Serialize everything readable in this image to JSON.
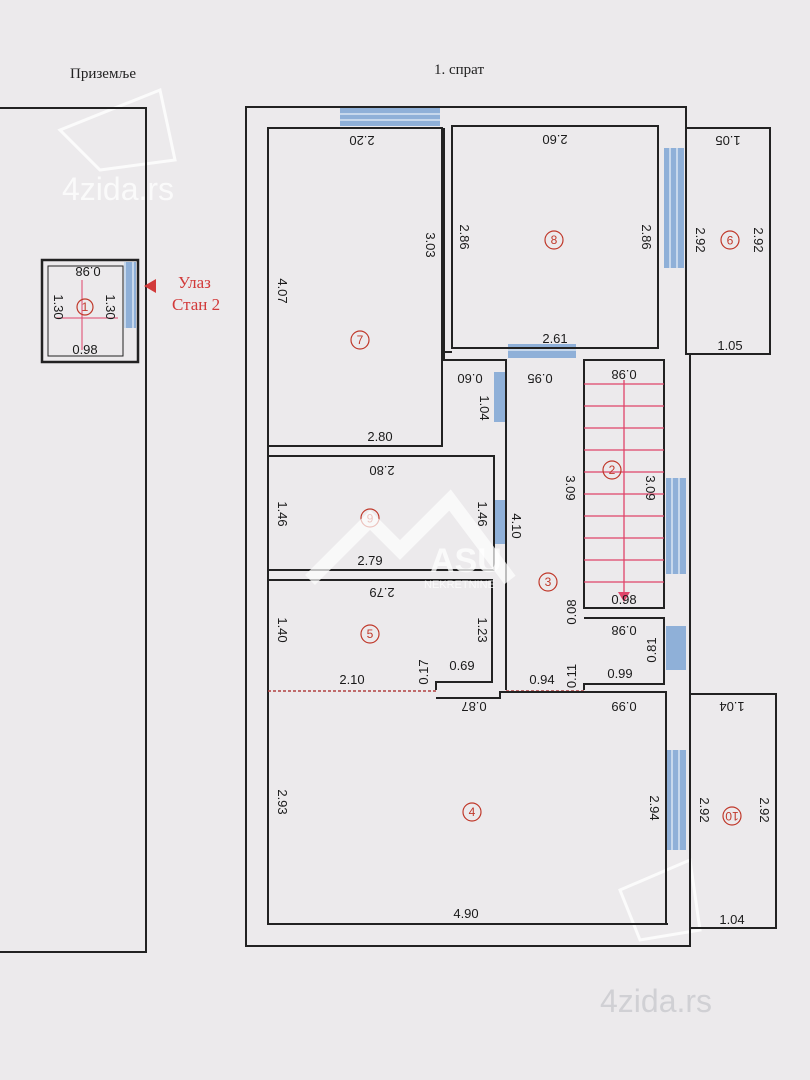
{
  "labels": {
    "ground_floor": "Приземље",
    "first_floor": "1. спрат",
    "entrance_line1": "Улаз",
    "entrance_line2": "Стан 2"
  },
  "watermarks": {
    "top": "4zida.rs",
    "bottom": "4zida.rs",
    "center_brand": "ASU",
    "center_sub": "NEKRETNINE"
  },
  "colors": {
    "wall": "#222222",
    "room_marker": "#c0392b",
    "stairs": "#e0446a",
    "window": "#8fb0d8",
    "entrance": "#d23a3a"
  },
  "rooms": [
    {
      "id": "r1",
      "number": "1"
    },
    {
      "id": "r2",
      "number": "2"
    },
    {
      "id": "r3",
      "number": "3"
    },
    {
      "id": "r4",
      "number": "4"
    },
    {
      "id": "r5",
      "number": "5"
    },
    {
      "id": "r6",
      "number": "6"
    },
    {
      "id": "r7",
      "number": "7"
    },
    {
      "id": "r8",
      "number": "8"
    },
    {
      "id": "r9",
      "number": "9"
    },
    {
      "id": "r10",
      "number": "10"
    }
  ],
  "dimensions": {
    "r1_top": "0.98",
    "r1_bottom": "0.98",
    "r1_left": "1.30",
    "r1_right": "1.30",
    "r7_top": "2.20",
    "r7_left": "4.07",
    "r7_right": "3.03",
    "r7_bottom": "2.80",
    "r8_top": "2.60",
    "r8_left": "2.86",
    "r8_right": "2.86",
    "r8_bottom": "2.61",
    "r9_top": "1.05",
    "r9_left": "2.92",
    "r9_right": "2.92",
    "r9_bottom": "1.05",
    "corr_060": "0.60",
    "corr_104": "1.04",
    "corr_095": "0.95",
    "r6_top": "2.80",
    "r6_left": "1.46",
    "r6_right": "1.46",
    "r6_bottom": "2.79",
    "r5_top": "2.79",
    "r5_left": "1.40",
    "r5_right": "1.23",
    "r5_bottom": "2.10",
    "r5_017": "0.17",
    "r5_069": "0.69",
    "r3_410": "4.10",
    "st_top": "0.98",
    "st_left": "3.09",
    "st_right": "3.09",
    "st_bottom": "0.98",
    "st_008": "0.08",
    "wc_top": "0.98",
    "wc_right": "0.81",
    "wc_bottom": "0.99",
    "wc_011": "0.11",
    "r3_094": "0.94",
    "r4_087": "0.87",
    "r4_099": "0.99",
    "r4_left": "2.93",
    "r4_right": "2.94",
    "r4_bottom": "4.90",
    "r10_top": "1.04",
    "r10_left": "2.92",
    "r10_right": "2.92",
    "r10_bottom": "1.04"
  }
}
